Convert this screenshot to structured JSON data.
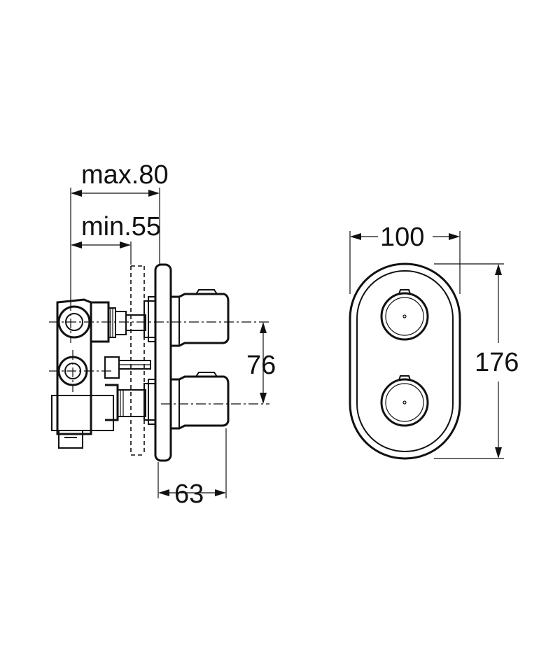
{
  "dimensions": {
    "max_depth": "max.80",
    "min_depth": "min.55",
    "handle_spacing": "76",
    "projection": "63",
    "width": "100",
    "height": "176"
  },
  "colors": {
    "line": "#111111",
    "background": "#ffffff"
  }
}
